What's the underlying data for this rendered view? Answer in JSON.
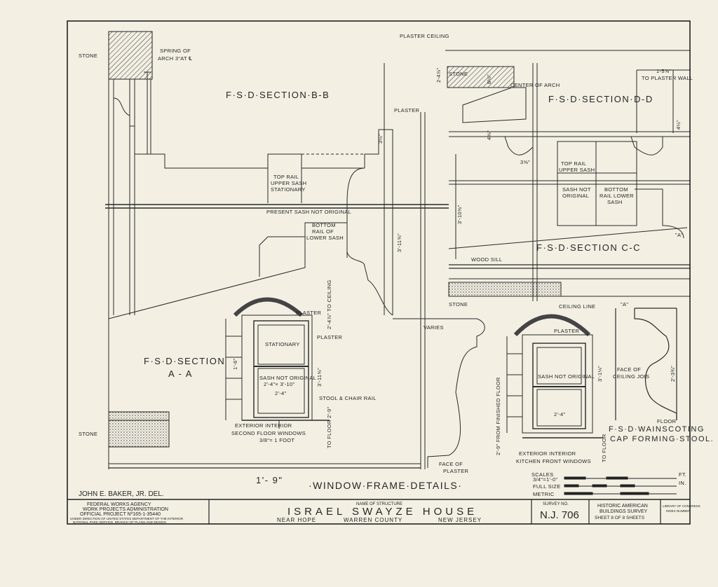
{
  "sections": {
    "bb": "F·S·D·SECTION·B-B",
    "dd": "F·S·D·SECTION·D-D",
    "cc": "F·S·D·SECTION C-C",
    "aa_1": "F·S·D·SECTION",
    "aa_2": "A - A",
    "wainscot_1": "F·S·D·WAINSCOTING",
    "wainscot_2": "CAP FORMING·STOOL."
  },
  "labels": {
    "stone_top": "STONE",
    "spring_1": "SPRING OF",
    "spring_2": "ARCH 3\"AT ℄",
    "plaster_ceiling": "PLASTER CEILING",
    "stone_dd": "STONE",
    "center_arch": "CENTER OF ARCH",
    "plaster_top": "PLASTER",
    "top_rail_1": "TOP RAIL",
    "top_rail_2": "UPPER SASH",
    "top_rail_3": "STATIONARY",
    "present_sash": "PRESENT SASH NOT ORIGINAL",
    "bottom_rail_1": "BOTTOM",
    "bottom_rail_2": "RAIL OF",
    "bottom_rail_3": "LOWER SASH",
    "dd_top_rail_1": "TOP RAIL",
    "dd_top_rail_2": "UPPER SASH",
    "sash_not_1": "SASH NOT",
    "sash_not_2": "ORIGINAL",
    "dd_bottom_1": "BOTTOM",
    "dd_bottom_2": "RAIL LOWER",
    "dd_bottom_3": "SASH",
    "wood_sill": "WOOD SILL",
    "stone_cc": "STONE",
    "to_plaster_wall": "TO PLASTER WALL",
    "varies": "VARIES",
    "ceiling_line": "CEILING LINE",
    "a_mark": "\"A\"",
    "a_mark2": "\"A\"",
    "face_ceiling_1": "FACE OF",
    "face_ceiling_2": "CEILING JOIS",
    "floor": "FLOOR",
    "plaster_w1": "PLASTER",
    "plaster_w1b": "PLASTER",
    "stationary": "STATIONARY",
    "sash_not_orig_w1": "SASH NOT ORIGINAL",
    "sash_size": "2'-4\"× 3'-10\"",
    "stool_rail": "STOOL & CHAIR RAIL",
    "w1_caption_1": "EXTERIOR    INTERIOR",
    "w1_caption_2": "SECOND FLOOR WINDOWS",
    "w1_scale": "3/8\"= 1 FOOT",
    "to_floor_w1": "TO FLOOR 2'-9\"",
    "to_ceiling": "2'-4⅞\" TO CEILING",
    "from_floor": "2'-9\" FROM FINISHED FLOOR",
    "plaster_w2": "PLASTER",
    "sash_not_orig_w2": "SASH NOT ORIGINAL",
    "w2_caption_1": "EXTERIOR    INTERIOR",
    "w2_caption_2": "KITCHEN FRONT WINDOWS",
    "to_floor_w2": "TO FLOOR",
    "stone_bottom": "STONE",
    "face_plaster_1": "FACE OF",
    "face_plaster_2": "PLASTER",
    "dim_1_9": "1'- 9\"",
    "dim_3_11": "3'-11⅝\"",
    "dim_3_10": "3'-10⅜\"",
    "dim_2_4_w": "2'-4\"",
    "dim_2_4_w2": "2'-4\"",
    "dim_1_5_8": "1-5⅝\"",
    "dim_3_1_8": "3'-1⅛\"",
    "dim_2_3_4": "2'-3¾\"",
    "dim_2_4_7_8": "2-4⅞\"",
    "dim_3_11_w": "3'-11⅝\"",
    "dim_3_8": "3⅝\"",
    "dim_4_5_8": "4⅝\"",
    "dim_4_1_2": "4½\"",
    "dim_8_1_2": "8½\"",
    "dim_3_1_2": "3½\"",
    "dim_1_6": "1'-6\""
  },
  "drawing_title": "·WINDOW·FRAME·DETAILS·",
  "delineator": "JOHN E. BAKER, JR. DEL.",
  "scales": {
    "label": "SCALES",
    "three_quarter": "3/4\"=1'-0\"",
    "full_size": "FULL SIZE",
    "metric": "METRIC",
    "ft": "FT.",
    "in": "IN."
  },
  "title_block": {
    "agency_1": "FEDERAL WORKS AGENCY",
    "agency_2": "WORK PROJECTS ADMINISTRATION",
    "agency_3": "OFFICIAL PROJECT Nº165-1-35440",
    "agency_4": "UNDER DIRECTION OF UNITED STATES DEPARTMENT OF THE INTERIOR",
    "agency_5": "NATIONAL PARK SERVICE, BRANCH OF PLANS AND DESIGN",
    "name_label": "NAME OF STRUCTURE",
    "structure": "ISRAEL SWAYZE HOUSE",
    "near": "NEAR HOPE",
    "county": "WARREN COUNTY",
    "state": "NEW JERSEY",
    "survey_label": "SURVEY NO.",
    "survey_no": "N.J. 706",
    "habs_1": "HISTORIC AMERICAN",
    "habs_2": "BUILDINGS SURVEY",
    "sheet": "SHEET 8 OF 8 SHEETS",
    "loc_1": "LIBRARY OF CONGRESS",
    "loc_2": "INDEX NUMBER"
  }
}
